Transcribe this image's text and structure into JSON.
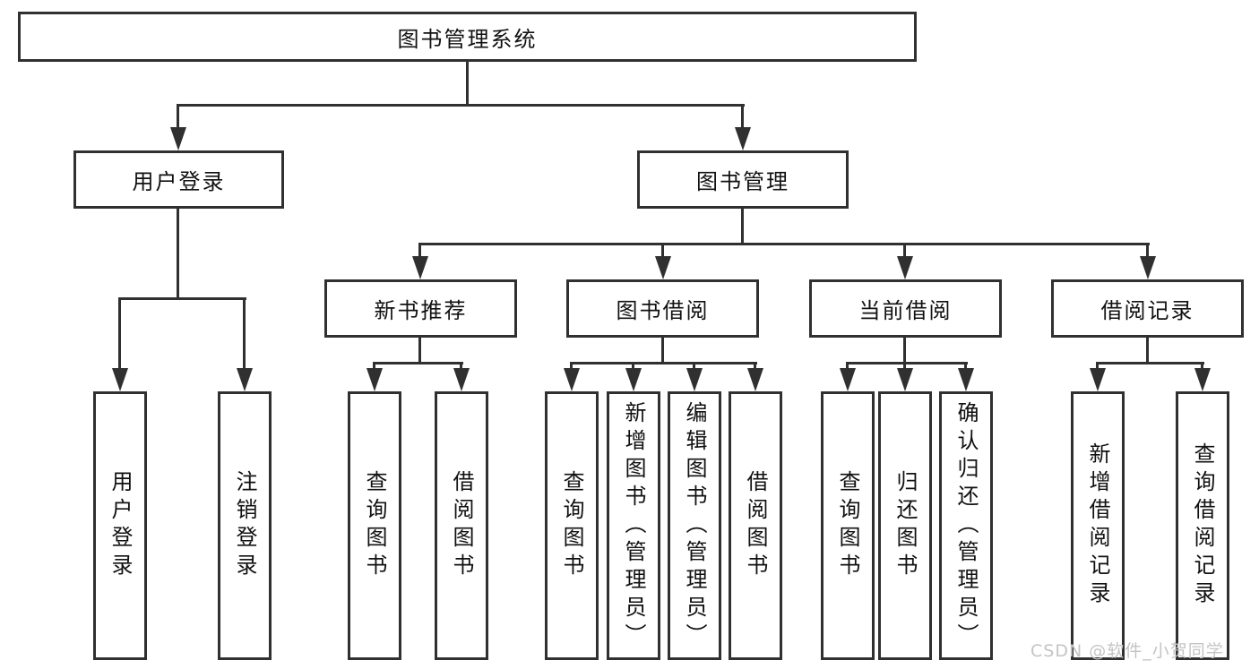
{
  "tree": {
    "label": "图书管理系统",
    "children": [
      {
        "label": "用户登录",
        "children": [
          {
            "label": "用户登录"
          },
          {
            "label": "注销登录"
          }
        ]
      },
      {
        "label": "图书管理",
        "children": [
          {
            "label": "新书推荐",
            "children": [
              {
                "label": "查询图书"
              },
              {
                "label": "借阅图书"
              }
            ]
          },
          {
            "label": "图书借阅",
            "children": [
              {
                "label": "查询图书"
              },
              {
                "label": "新增图书（管理员）"
              },
              {
                "label": "编辑图书（管理员）"
              },
              {
                "label": "借阅图书"
              }
            ]
          },
          {
            "label": "当前借阅",
            "children": [
              {
                "label": "查询图书"
              },
              {
                "label": "归还图书"
              },
              {
                "label": "确认归还（管理员）"
              }
            ]
          },
          {
            "label": "借阅记录",
            "children": [
              {
                "label": "新增借阅记录"
              },
              {
                "label": "查询借阅记录"
              }
            ]
          }
        ]
      }
    ]
  },
  "watermark": {
    "text": "CSDN @软件_小贺同学",
    "color": "#c4c4c4"
  },
  "colors": {
    "line": "#303030",
    "box_background": "#ffffff",
    "text": "#111111",
    "page_background": "#ffffff"
  }
}
